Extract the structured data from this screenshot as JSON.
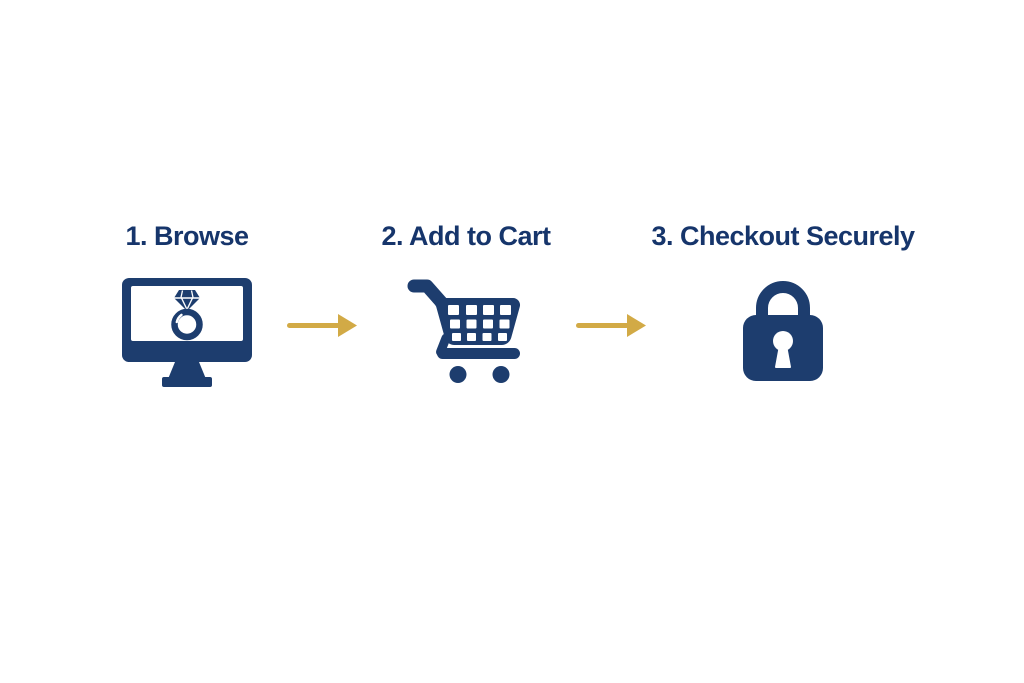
{
  "diagram": {
    "type": "process-flow",
    "background": "#ffffff",
    "colors": {
      "icon_navy": "#1d3d6e",
      "text_navy": "#16356b",
      "arrow_gold": "#d2aa46"
    },
    "steps": [
      {
        "label": "1. Browse",
        "icon": "monitor-with-ring-icon"
      },
      {
        "label": "2. Add to Cart",
        "icon": "shopping-cart-icon"
      },
      {
        "label": "3. Checkout Securely",
        "icon": "padlock-icon"
      }
    ],
    "connectors": [
      {
        "name": "arrow-1",
        "direction": "right"
      },
      {
        "name": "arrow-2",
        "direction": "right"
      }
    ]
  }
}
